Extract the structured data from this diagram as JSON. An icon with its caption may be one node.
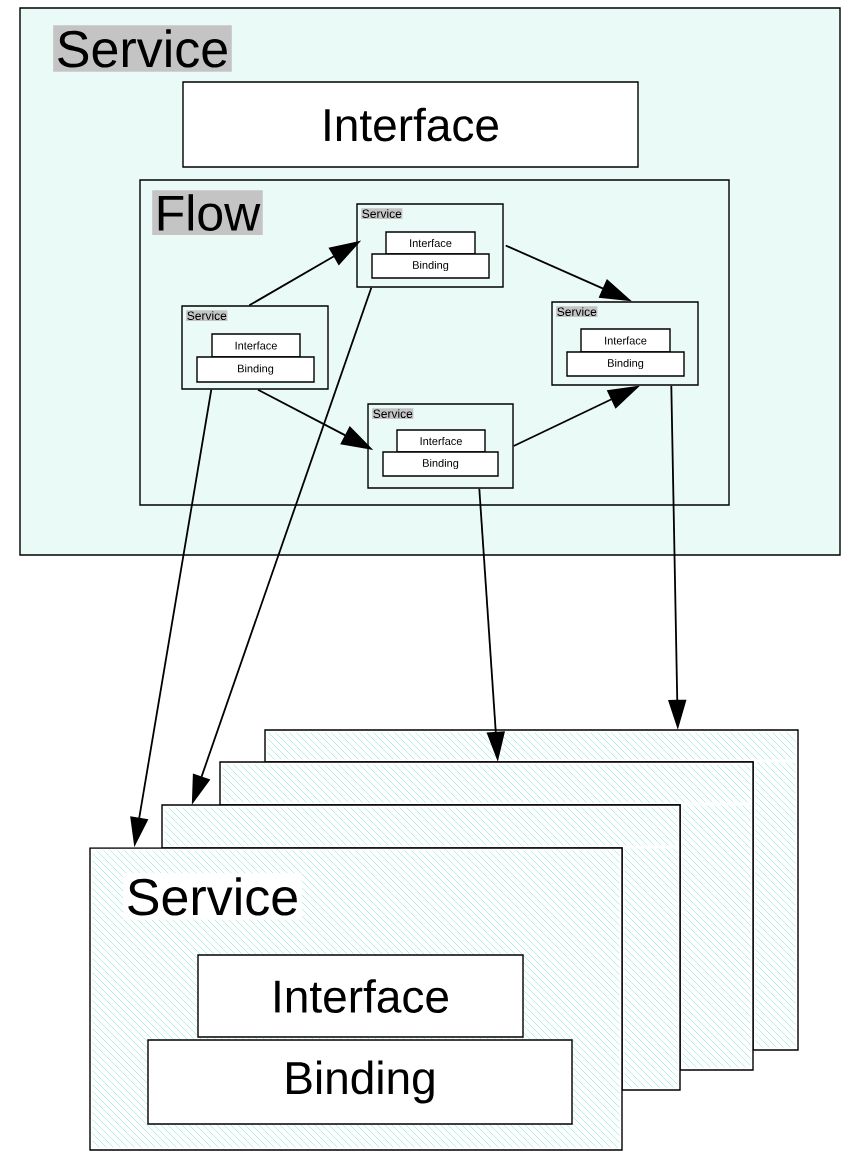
{
  "diagram": {
    "nodes": [
      {
        "text": [
          "Service"
        ]
      },
      {
        "text": [
          "Interface"
        ],
        "in": 0
      },
      {
        "text": [
          "Flow"
        ],
        "in": 0
      },
      {
        "text": [
          "Service"
        ],
        "in": 2
      },
      {
        "text": [
          "Interface"
        ],
        "in": 3
      },
      {
        "text": [
          "Binding"
        ],
        "in": 3
      },
      {
        "text": [
          "Service"
        ],
        "in": 2
      },
      {
        "text": [
          "Interface"
        ],
        "in": 6
      },
      {
        "text": [
          "Binding"
        ],
        "in": 6
      },
      {
        "text": [
          "Service"
        ],
        "in": 2
      },
      {
        "text": [
          "Interface"
        ],
        "in": 9
      },
      {
        "text": [
          "Binding"
        ],
        "in": 9
      },
      {
        "text": [
          "Service"
        ],
        "in": 2
      },
      {
        "text": [
          "Interface"
        ],
        "in": 12
      },
      {
        "text": [
          "Binding"
        ],
        "in": 12
      },
      {
        "text": [
          "Service"
        ]
      },
      {
        "text": [
          "Interface"
        ],
        "in": 15
      },
      {
        "text": [
          "Binding"
        ],
        "in": 15
      },
      {
        "text": [],
        "shape": "box"
      },
      {
        "text": [],
        "shape": "box"
      },
      {
        "text": [],
        "shape": "box"
      }
    ],
    "edges": [
      {
        "from": 3,
        "to": 6,
        "arrow": "to"
      },
      {
        "from": 3,
        "to": 12,
        "arrow": "to"
      },
      {
        "from": 6,
        "to": 9,
        "arrow": "to"
      },
      {
        "from": 12,
        "to": 9,
        "arrow": "to"
      },
      {
        "from": 3,
        "to": 15,
        "arrow": "to"
      },
      {
        "from": 6,
        "to": 18,
        "arrow": "to"
      },
      {
        "from": 12,
        "to": 19,
        "arrow": "to"
      },
      {
        "from": 9,
        "to": 20,
        "arrow": "to"
      }
    ]
  }
}
